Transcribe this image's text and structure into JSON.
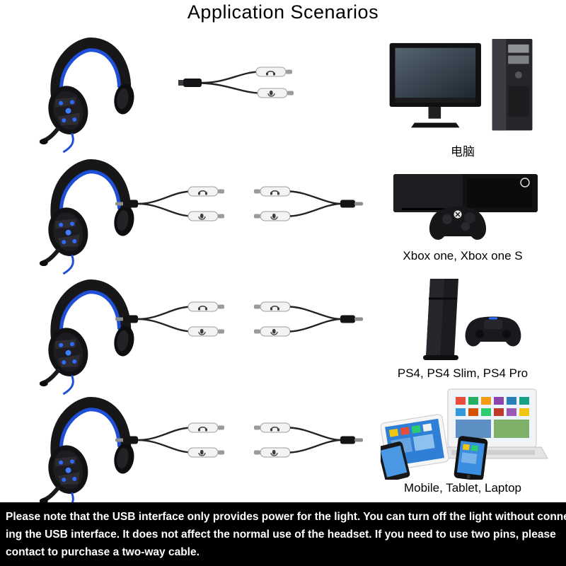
{
  "title": "Application Scenarios",
  "colors": {
    "accent_blue": "#1e4fd6",
    "footer_bg": "#000000",
    "footer_text": "#ffffff"
  },
  "rows": [
    {
      "headset_icon": "gaming-headset",
      "cable_icon": "y-splitter-cable",
      "device_icon": "desktop-computer",
      "label": "电脑"
    },
    {
      "headset_icon": "gaming-headset",
      "cable_icon": "dual-y-splitter-cable",
      "device_icon": "xbox-console",
      "label": "Xbox one, Xbox one S"
    },
    {
      "headset_icon": "gaming-headset",
      "cable_icon": "dual-y-splitter-cable",
      "device_icon": "ps4-console",
      "label": "PS4, PS4 Slim, PS4 Pro"
    },
    {
      "headset_icon": "gaming-headset",
      "cable_icon": "dual-y-splitter-cable",
      "device_icon": "mobile-tablet-laptop",
      "label": "Mobile, Tablet, Laptop"
    }
  ],
  "footer": {
    "lines": [
      "Please note that the USB interface only provides power for the light. You can turn off the light without connect-",
      "ing the USB interface. It does not affect the normal use of the headset. If you need to use two pins, please",
      "contact to purchase a two-way cable."
    ]
  }
}
